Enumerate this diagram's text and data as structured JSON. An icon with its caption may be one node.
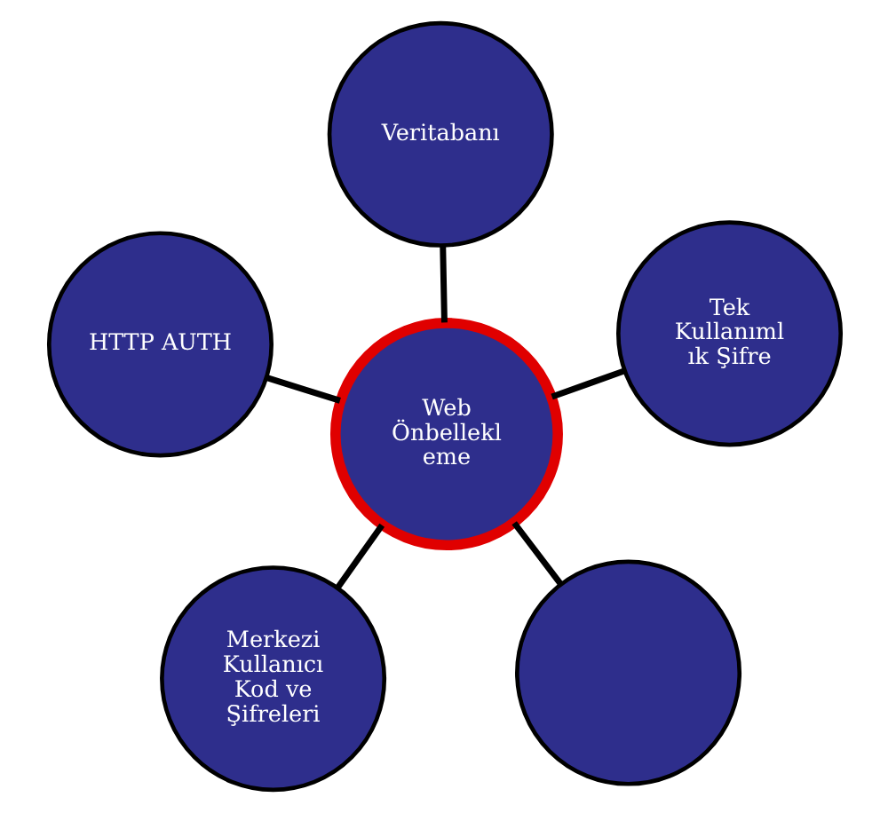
{
  "diagram": {
    "nodes": [
      {
        "text": [
          "Merkezi Kullanıcı Kod ve Şifreleri"
        ]
      },
      {
        "text": [],
        "shape": "circle"
      },
      {
        "text": [
          "Web Önbellekl eme"
        ]
      },
      {
        "text": [
          "Veritabanı"
        ]
      },
      {
        "text": [
          "Tek Kullanıml ık Şifre"
        ]
      },
      {
        "text": [
          "HTTP AUTH"
        ]
      }
    ],
    "edges": [
      {
        "from": 2,
        "to": 0,
        "arrow": "none"
      },
      {
        "from": 2,
        "to": 1,
        "arrow": "none"
      },
      {
        "from": 2,
        "to": 3,
        "arrow": "none"
      },
      {
        "from": 2,
        "to": 4,
        "arrow": "none"
      },
      {
        "from": 2,
        "to": 5,
        "arrow": "none"
      }
    ]
  }
}
